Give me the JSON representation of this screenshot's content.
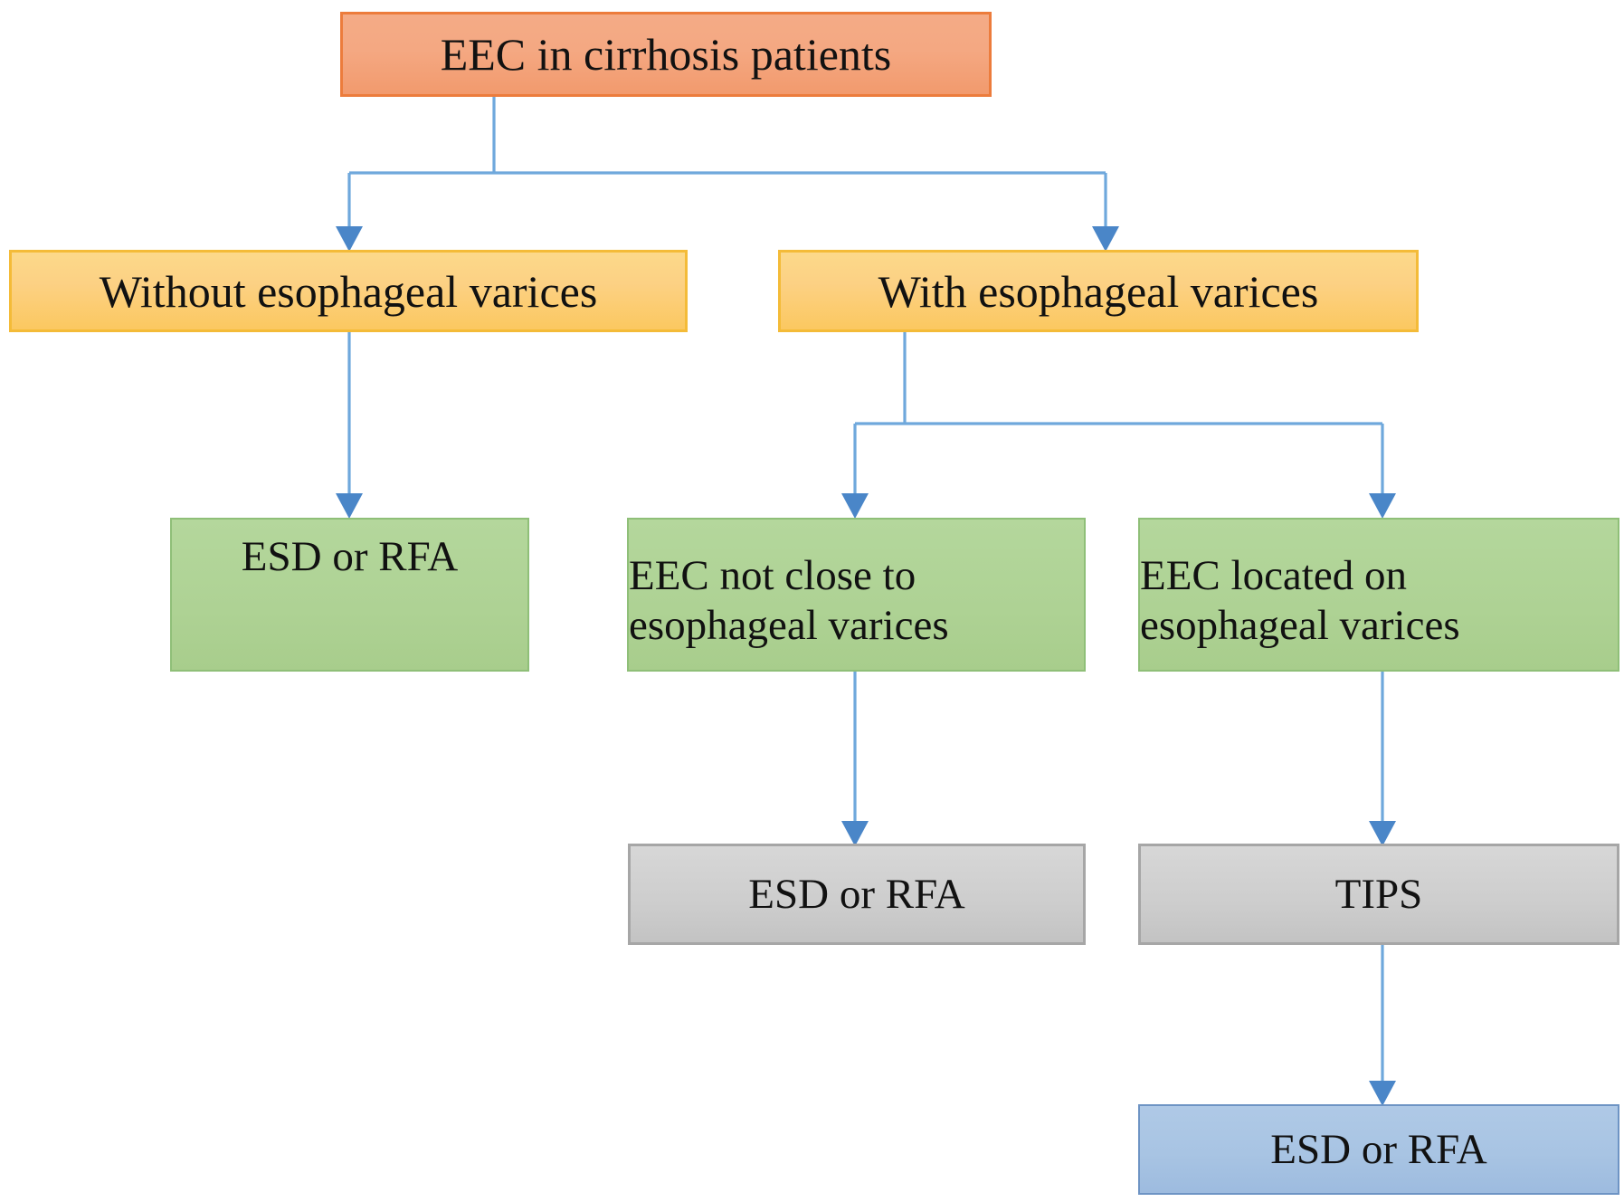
{
  "diagram": {
    "title_node": "EEC in cirrhosis patients",
    "type": "flowchart",
    "orientation": "top-down",
    "nodes": [
      {
        "id": "root",
        "label": "EEC in cirrhosis patients",
        "color": "#f4a882",
        "border": "#ec7c3c",
        "level": 0
      },
      {
        "id": "no_varices",
        "label": "Without esophageal varices",
        "color": "#fcd184",
        "border": "#f4bb38",
        "level": 1
      },
      {
        "id": "with_varices",
        "label": "With esophageal varices",
        "color": "#fcd184",
        "border": "#f4bb38",
        "level": 1
      },
      {
        "id": "esd_rfa_1",
        "label": "ESD or RFA",
        "color": "#aed294",
        "border": "#8fbf78",
        "level": 2
      },
      {
        "id": "not_close",
        "label": "EEC not close to esophageal varices",
        "color": "#aed294",
        "border": "#8fbf78",
        "level": 2
      },
      {
        "id": "located_on",
        "label": "EEC located on esophageal varices",
        "color": "#aed294",
        "border": "#8fbf78",
        "level": 2
      },
      {
        "id": "esd_rfa_2",
        "label": "ESD or RFA",
        "color": "#cdcdcd",
        "border": "#a6a6a6",
        "level": 3
      },
      {
        "id": "tips",
        "label": "TIPS",
        "color": "#cdcdcd",
        "border": "#a6a6a6",
        "level": 3
      },
      {
        "id": "esd_rfa_3",
        "label": "ESD or RFA",
        "color": "#a8c4e3",
        "border": "#6e94c4",
        "level": 4
      }
    ],
    "edges": [
      {
        "from": "root",
        "to": "no_varices"
      },
      {
        "from": "root",
        "to": "with_varices"
      },
      {
        "from": "no_varices",
        "to": "esd_rfa_1"
      },
      {
        "from": "with_varices",
        "to": "not_close"
      },
      {
        "from": "with_varices",
        "to": "located_on"
      },
      {
        "from": "not_close",
        "to": "esd_rfa_2"
      },
      {
        "from": "located_on",
        "to": "tips"
      },
      {
        "from": "tips",
        "to": "esd_rfa_3"
      }
    ],
    "edge_color": "#6fa8dc",
    "labels": {
      "root": "EEC in cirrhosis patients",
      "no_varices": "Without esophageal varices",
      "with_varices": "With esophageal varices",
      "esd_rfa_1": "ESD or RFA",
      "not_close_line1": "EEC not close to",
      "not_close_line2": "esophageal varices",
      "located_on_line1": "EEC located on",
      "located_on_line2": "esophageal varices",
      "esd_rfa_2": "ESD or RFA",
      "tips": "TIPS",
      "esd_rfa_3": "ESD or RFA"
    }
  }
}
